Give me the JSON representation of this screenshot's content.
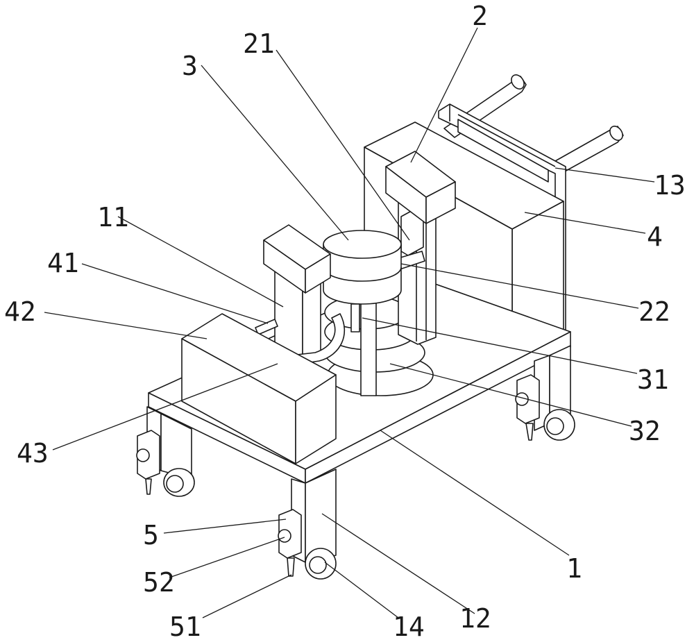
{
  "figure": {
    "background": "#ffffff",
    "line_color": "#1a1a1a",
    "callouts": [
      {
        "id": "c-2",
        "label": "2"
      },
      {
        "id": "c-21",
        "label": "21"
      },
      {
        "id": "c-3",
        "label": "3"
      },
      {
        "id": "c-13",
        "label": "13"
      },
      {
        "id": "c-11",
        "label": "11"
      },
      {
        "id": "c-4",
        "label": "4"
      },
      {
        "id": "c-41",
        "label": "41"
      },
      {
        "id": "c-42",
        "label": "42"
      },
      {
        "id": "c-22",
        "label": "22"
      },
      {
        "id": "c-31",
        "label": "31"
      },
      {
        "id": "c-32",
        "label": "32"
      },
      {
        "id": "c-43",
        "label": "43"
      },
      {
        "id": "c-1",
        "label": "1"
      },
      {
        "id": "c-5",
        "label": "5"
      },
      {
        "id": "c-52",
        "label": "52"
      },
      {
        "id": "c-51",
        "label": "51"
      },
      {
        "id": "c-14",
        "label": "14"
      },
      {
        "id": "c-12",
        "label": "12"
      }
    ]
  }
}
